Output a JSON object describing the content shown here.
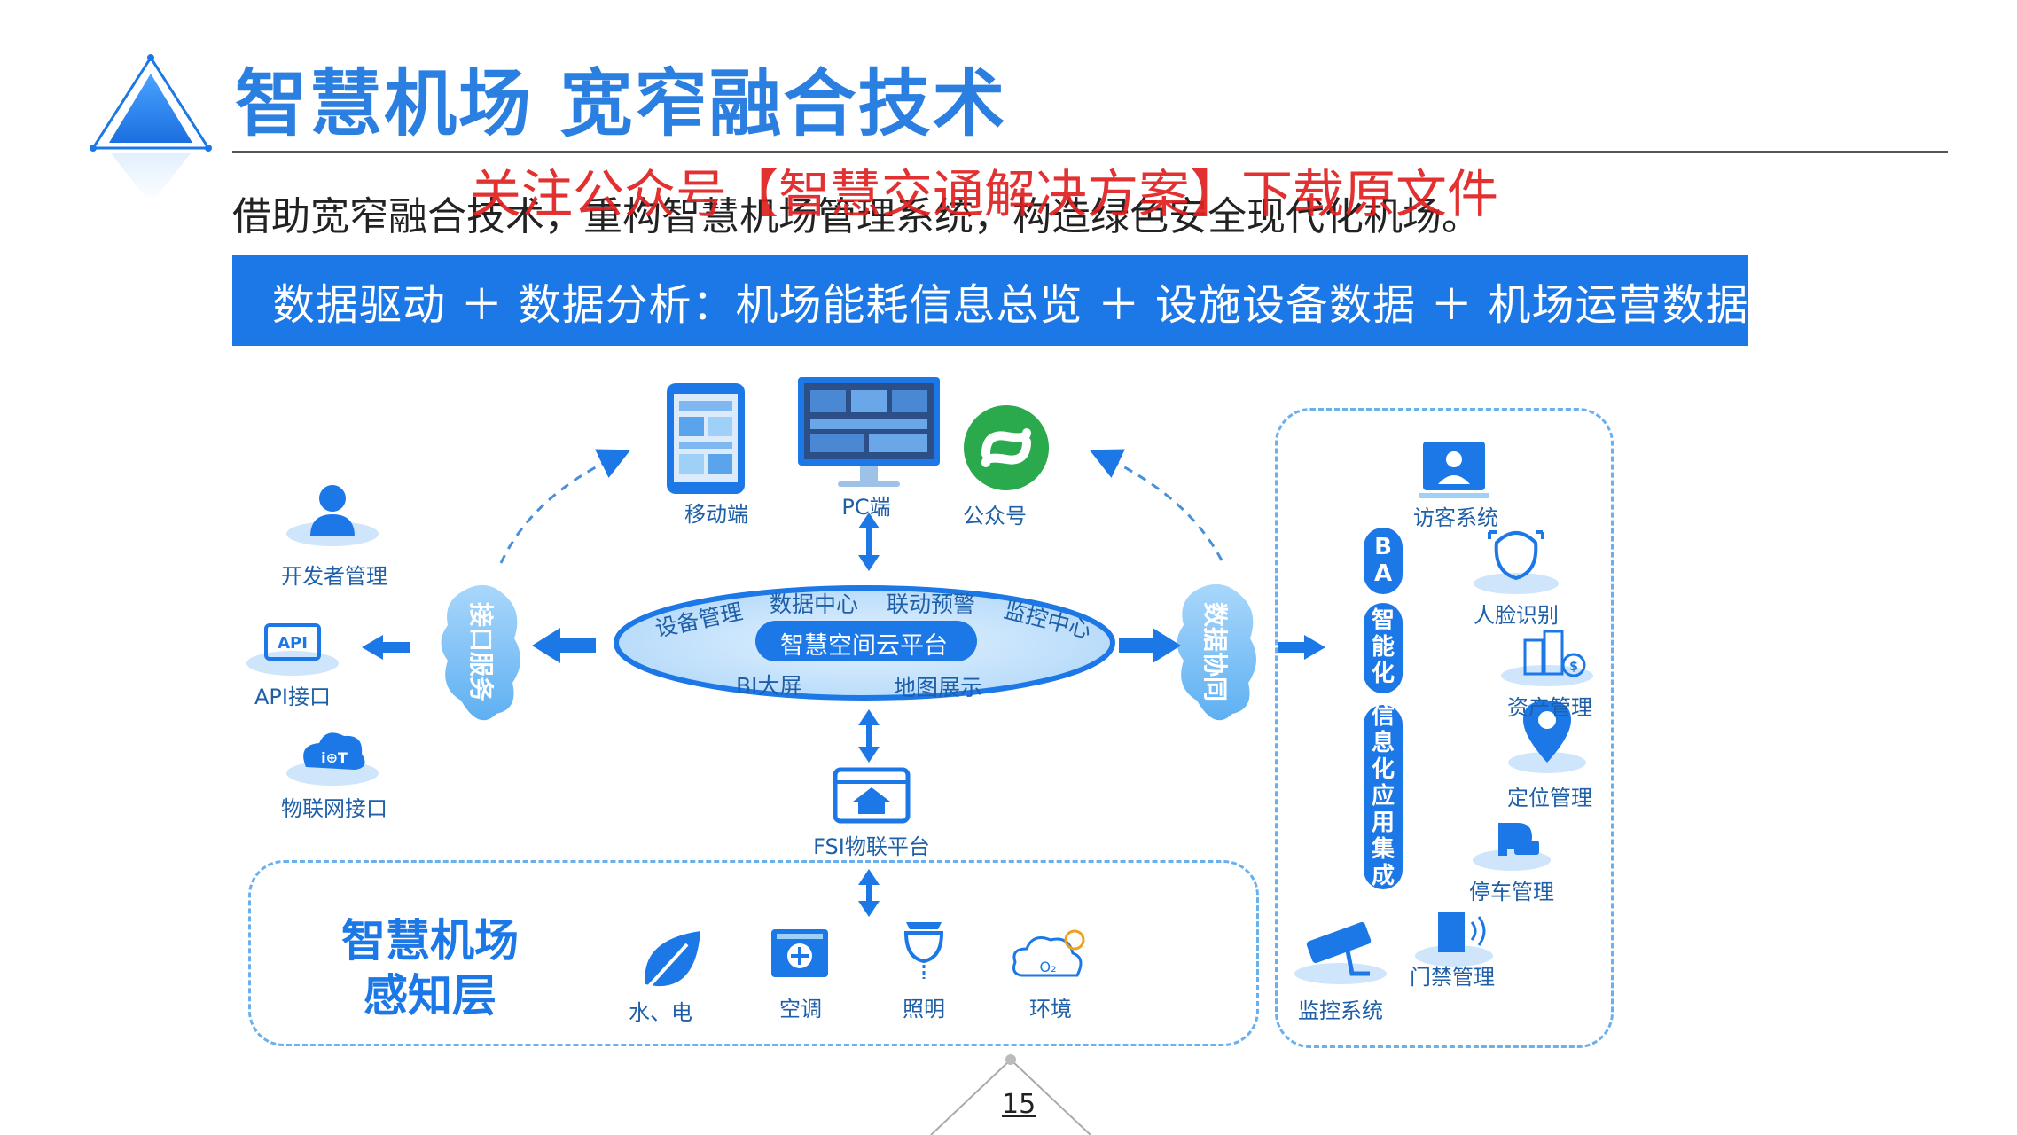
{
  "header": {
    "title": "智慧机场 宽窄融合技术",
    "subtitle": "借助宽窄融合技术，重构智慧机场管理系统，构造绿色安全现代化机场。",
    "watermark": "关注公众号【智慧交通解决方案】下载原文件"
  },
  "banner": {
    "text": "数据驱动 ＋ 数据分析：机场能耗信息总览 ＋ 设施设备数据 ＋ 机场运营数据"
  },
  "top_devices": {
    "mobile": "移动端",
    "pc": "PC端",
    "wechat": "公众号"
  },
  "left_items": {
    "developer": "开发者管理",
    "api": "API接口",
    "iot": "物联网接口"
  },
  "left_cloud": "接口服务",
  "right_cloud": "数据协同",
  "platform": {
    "center": "智慧空间云平台",
    "device_mgmt": "设备管理",
    "data_center": "数据中心",
    "alert": "联动预警",
    "monitor": "监控中心",
    "bi": "BI大屏",
    "map": "地图展示"
  },
  "fsi": "FSI物联平台",
  "sensing": {
    "title_line1": "智慧机场",
    "title_line2": "感知层",
    "water": "水、电",
    "ac": "空调",
    "light": "照明",
    "env": "环境"
  },
  "right_panel": {
    "pill_ba": [
      "B",
      "A"
    ],
    "pill_smart": [
      "智",
      "能",
      "化"
    ],
    "pill_info": [
      "信",
      "息",
      "化",
      "应",
      "用",
      "集",
      "成"
    ],
    "visitor": "访客系统",
    "face": "人脸识别",
    "asset": "资产管理",
    "location": "定位管理",
    "parking": "停车管理",
    "access": "门禁管理",
    "surveillance": "监控系统"
  },
  "page_number": "15",
  "colors": {
    "primary": "#1c78e6",
    "light": "#9fd0f7",
    "label": "#1f5fa8",
    "watermark": "#e02020"
  }
}
